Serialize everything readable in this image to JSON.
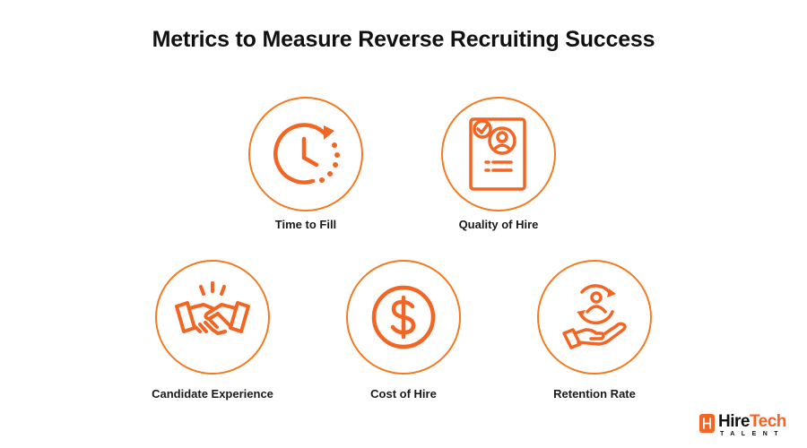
{
  "title": "Metrics to Measure Reverse Recruiting Success",
  "accent_color": "#f26522",
  "metrics": [
    {
      "label": "Time to Fill",
      "icon": "clock-icon"
    },
    {
      "label": "Quality of Hire",
      "icon": "resume-check-icon"
    },
    {
      "label": "Candidate Experience",
      "icon": "handshake-icon"
    },
    {
      "label": "Cost of Hire",
      "icon": "dollar-icon"
    },
    {
      "label": "Retention Rate",
      "icon": "retention-hand-icon"
    }
  ],
  "logo": {
    "hire": "Hire",
    "tech": "Tech",
    "sub": "TALENT"
  }
}
